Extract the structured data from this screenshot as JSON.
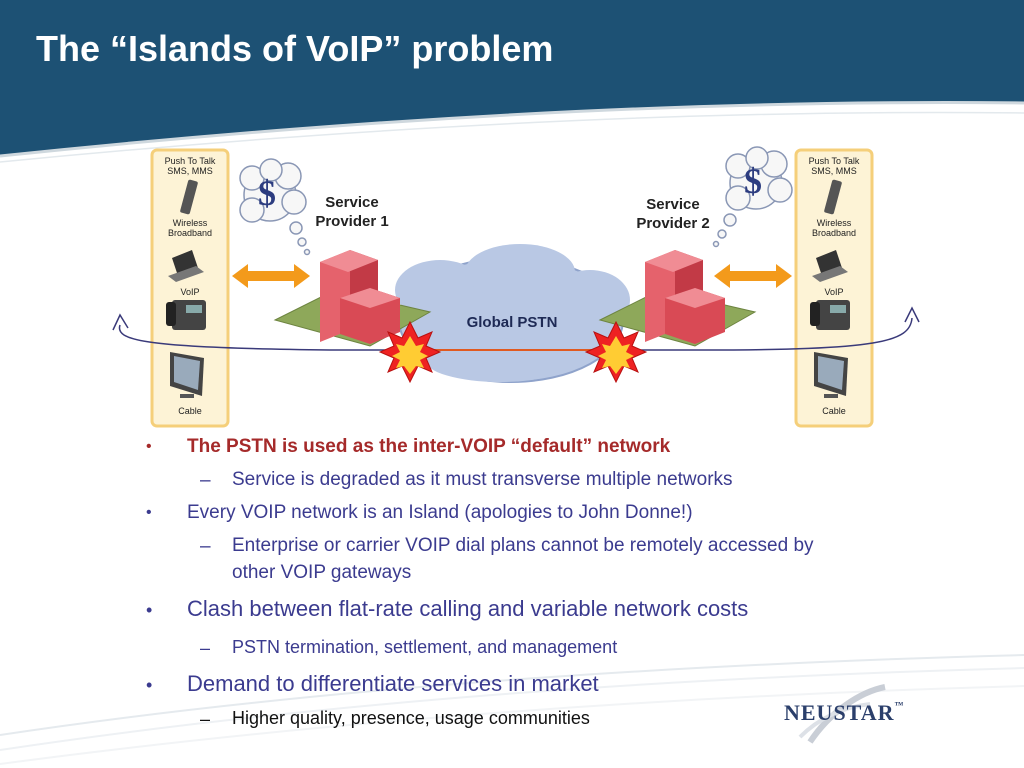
{
  "slide": {
    "title": "The  “Islands of VoIP” problem"
  },
  "diagram": {
    "provider_left": [
      "Service",
      "Provider 1"
    ],
    "provider_right": [
      "Service",
      "Provider 2"
    ],
    "cloud_label": "Global PSTN",
    "dollar_symbol": "$",
    "devices_left": {
      "ptt": [
        "Push To Talk",
        "SMS, MMS"
      ],
      "wireless": [
        "Wireless",
        "Broadband"
      ],
      "voip": "VoIP",
      "cable": "Cable"
    },
    "devices_right": {
      "ptt": [
        "Push To Talk",
        "SMS, MMS"
      ],
      "wireless": [
        "Wireless",
        "Broadband"
      ],
      "voip": "VoIP",
      "cable": "Cable"
    }
  },
  "bullets": [
    {
      "marker": "•",
      "text": "The PSTN is used as the inter-VOIP “default” network"
    },
    {
      "marker": "–",
      "text": "Service is degraded as it must transverse multiple networks"
    },
    {
      "marker": "•",
      "text": "Every VOIP network is an Island (apologies to John Donne!)"
    },
    {
      "marker": "–",
      "text_line1": "Enterprise or carrier VOIP dial plans cannot be remotely accessed by",
      "text_line2": "other VOIP gateways"
    },
    {
      "marker": "•",
      "text": "Clash between flat-rate calling and variable network costs"
    },
    {
      "marker": "–",
      "text": "PSTN termination, settlement, and management"
    },
    {
      "marker": "•",
      "text": "Demand to differentiate services in market"
    },
    {
      "marker": "–",
      "text": "Higher quality, presence, usage communities"
    }
  ],
  "logo": {
    "text": "NEUSTAR",
    "tm": "™"
  },
  "colors": {
    "header": "#1d5174",
    "highlight_bullet": "#a52a2a",
    "body_text": "#3b3b8f",
    "panel_fill": "#fdf3d6",
    "panel_border": "#f5cf7a",
    "arrow_orange": "#f39a1b",
    "building_red": "#d94a55"
  }
}
